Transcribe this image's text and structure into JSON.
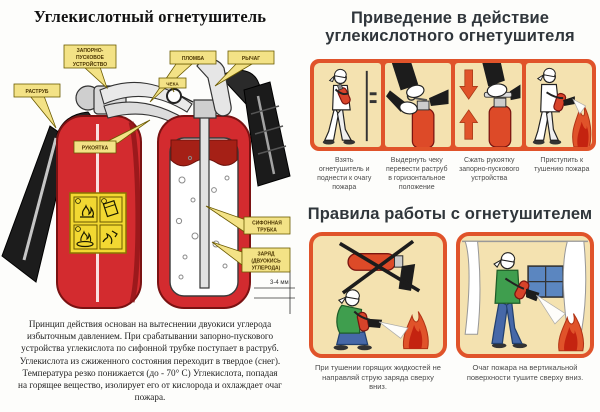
{
  "colors": {
    "accent_orange": "#e0532a",
    "panel_cream": "#f4e2b0",
    "extinguisher_red": "#d32b2f",
    "callout_yellow": "#f3e286",
    "flame_orange": "#e0532a",
    "flame_red": "#c42310"
  },
  "left": {
    "title": "Углекислотный огнетушитель",
    "callouts": {
      "rastrub": "РАСТРУБ",
      "zpu1": "ЗАПОРНО-",
      "zpu2": "ПУСКОВОЕ",
      "zpu3": "УСТРОЙСТВО",
      "plomba": "ПЛОМБА",
      "cheka": "ЧЕКА",
      "rychag": "РЫЧАГ",
      "rukoyatka": "РУКОЯТКА",
      "sifon1": "СИФОННАЯ",
      "sifon2": "ТРУБКА",
      "zaryad1": "ЗАРЯД",
      "zaryad2": "(ДВУОКИСЬ",
      "zaryad3": "УГЛЕРОДА)",
      "dimension": "3-4 мм"
    },
    "description": "Принцип действия основан на вытеснении двуокиси углерода избыточным давлением. При срабатывании запорно-пускового устройства углекислота по сифонной трубке поступает в раструб. Углекислота из сжиженного состояния переходит в твердое (снег). Температура резко понижается (до - 70° С) Углекислота, попадая на горящее вещество, изолирует его от кислорода и охлаждает очаг пожара."
  },
  "activation": {
    "title_line1": "Приведение в действие",
    "title_line2": "углекислотного огнетушителя",
    "steps": [
      {
        "caption": "Взять огнетушитель и поднести к очагу пожара"
      },
      {
        "caption": "Выдернуть чеку перевести раструб в горизонтальное положение"
      },
      {
        "caption": "Сжать рукоятку запорно-пускового устройства"
      },
      {
        "caption": "Приступить к тушению пожара"
      }
    ]
  },
  "rules": {
    "title": "Правила работы с огнетушителем",
    "items": [
      {
        "caption": "При тушении горящих жидкостей не направляй струю заряда сверху вниз."
      },
      {
        "caption": "Очаг пожара на вертикальной поверхности тушите сверху вниз."
      }
    ]
  }
}
